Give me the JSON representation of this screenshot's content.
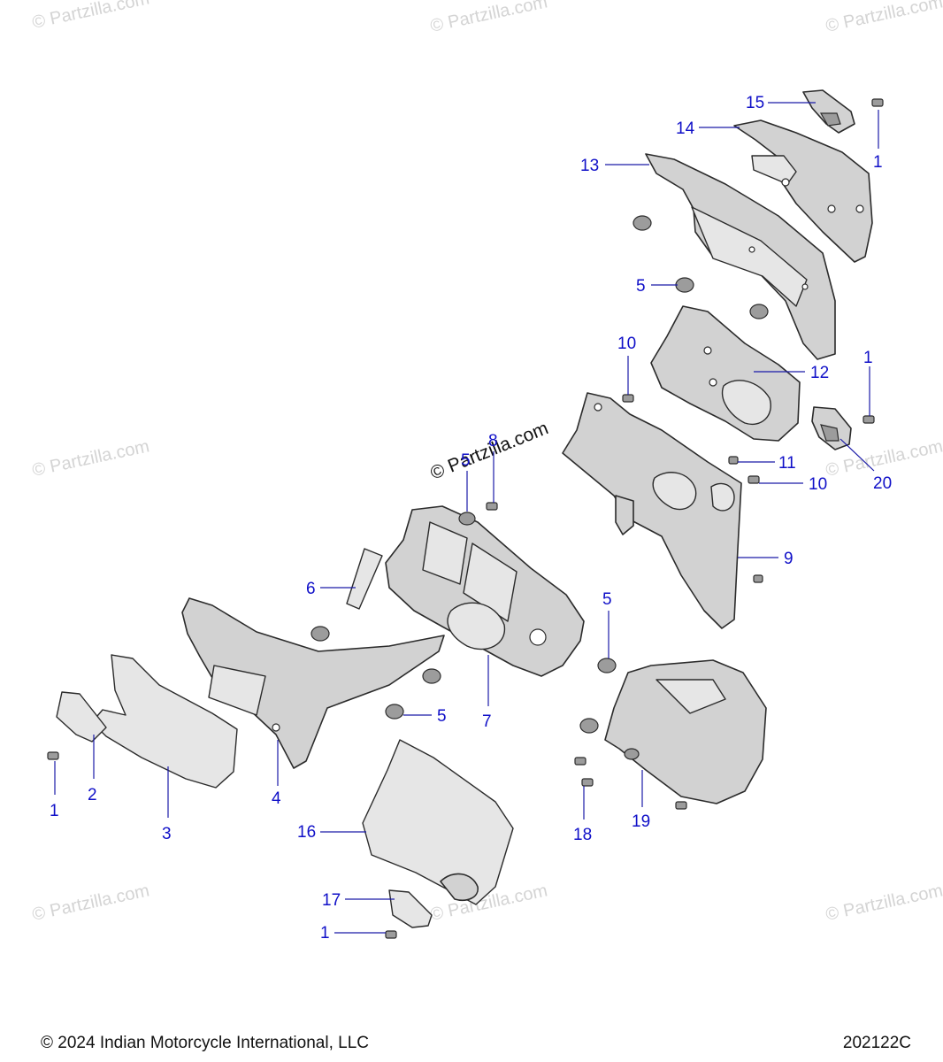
{
  "watermark": {
    "text": "© Partzilla.com"
  },
  "callouts": [
    "1",
    "2",
    "3",
    "4",
    "5",
    "6",
    "7",
    "8",
    "9",
    "10",
    "11",
    "12",
    "13",
    "14",
    "15",
    "16",
    "17",
    "18",
    "19",
    "20"
  ],
  "footer": {
    "copyright": "© 2024 Indian Motorcycle International, LLC",
    "diagram_code": "202122C"
  }
}
